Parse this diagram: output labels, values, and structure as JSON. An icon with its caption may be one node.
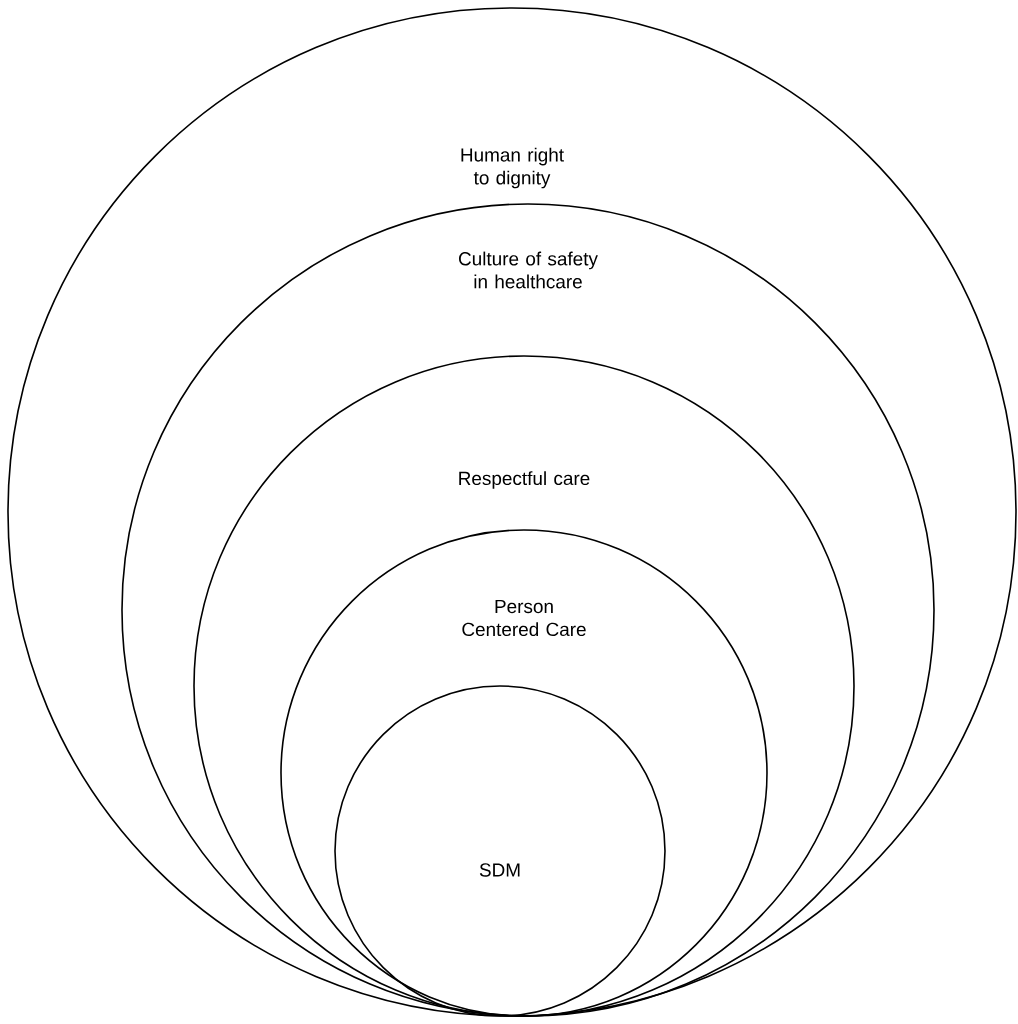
{
  "diagram": {
    "nodes": [
      {
        "text": [
          "Human right to dignity"
        ]
      },
      {
        "text": [
          "Culture of safety in healthcare"
        ],
        "in": 0
      },
      {
        "text": [
          "Respectful care"
        ],
        "in": 1
      },
      {
        "text": [
          "Person Centered Care"
        ],
        "in": 2
      },
      {
        "text": [
          "SDM"
        ],
        "in": 3
      }
    ]
  }
}
